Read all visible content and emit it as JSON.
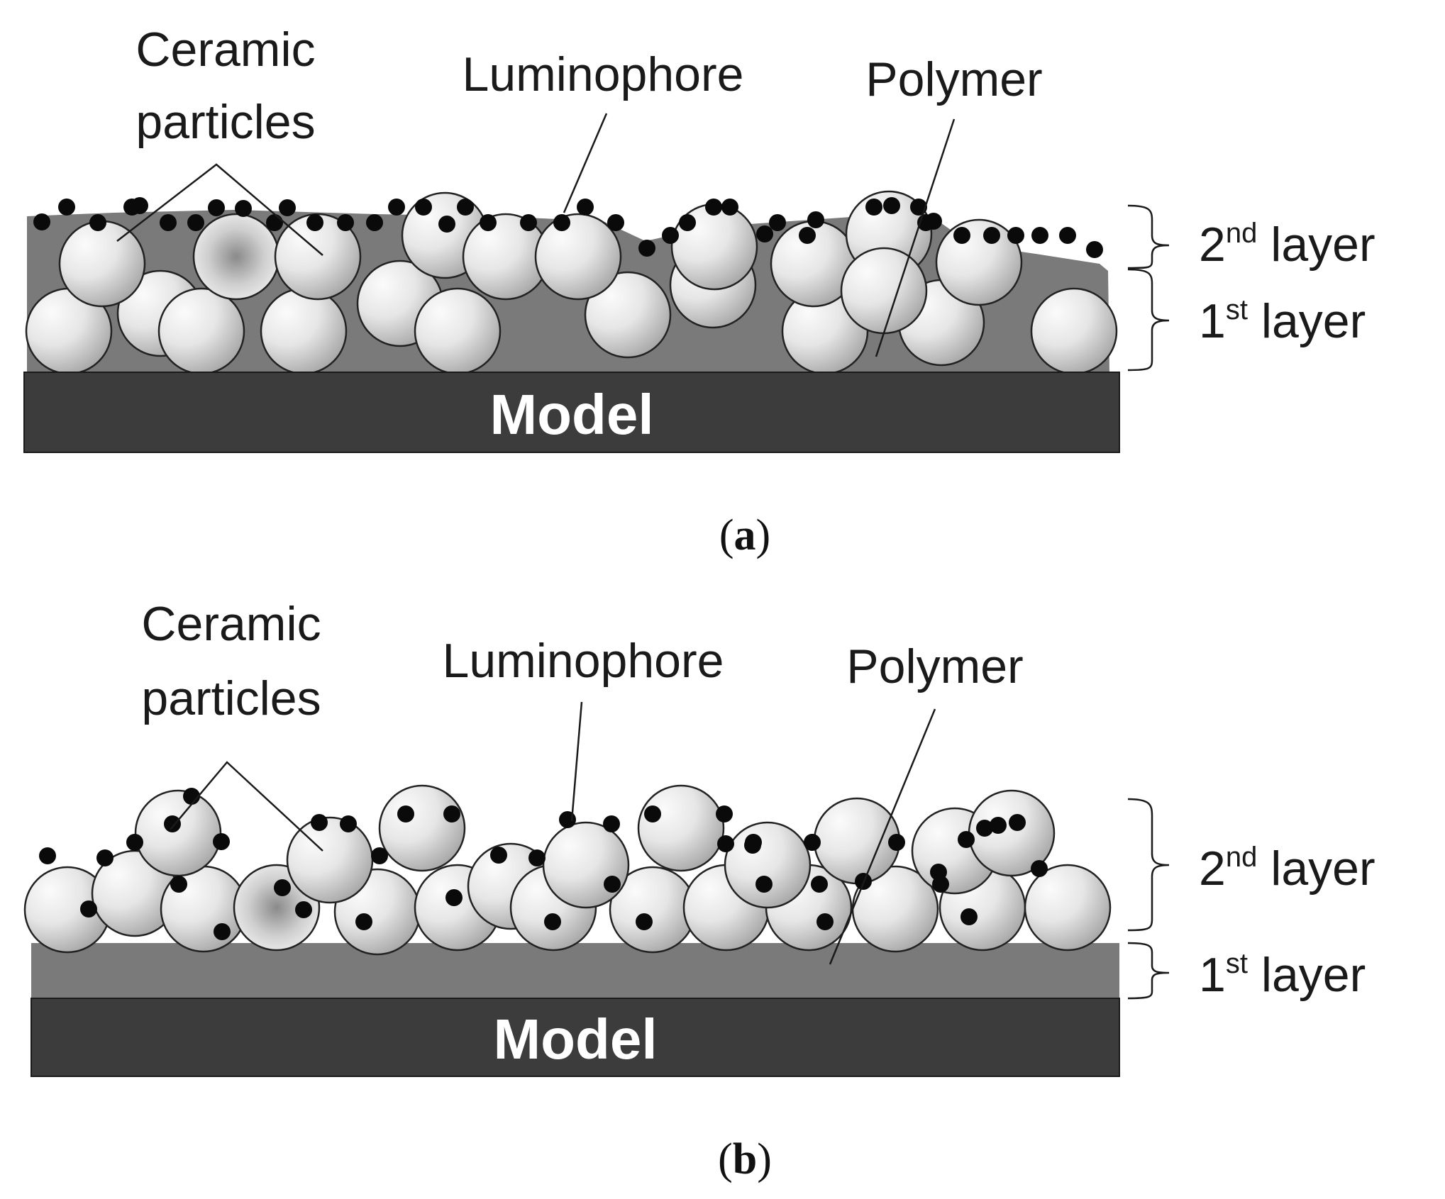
{
  "panels": [
    {
      "id": "a",
      "tag_open": "(",
      "tag_letter": "a",
      "tag_close": ")",
      "labels": {
        "ceramic_line1": "Ceramic",
        "ceramic_line2": "particles",
        "luminophore": "Luminophore",
        "polymer": "Polymer",
        "model": "Model",
        "layer2_num": "2",
        "layer2_sup": "nd",
        "layer2_word": " layer",
        "layer1_num": "1",
        "layer1_sup": "st",
        "layer1_word": " layer"
      }
    },
    {
      "id": "b",
      "tag_open": "(",
      "tag_letter": "b",
      "tag_close": ")",
      "labels": {
        "ceramic_line1": "Ceramic",
        "ceramic_line2": "particles",
        "luminophore": "Luminophore",
        "polymer": "Polymer",
        "model": "Model",
        "layer2_num": "2",
        "layer2_sup": "nd",
        "layer2_word": " layer",
        "layer1_num": "1",
        "layer1_sup": "st",
        "layer1_word": " layer"
      }
    }
  ],
  "colors": {
    "model_fill": "#3c3c3c",
    "polymer_fill": "#7a7a7a",
    "particle_light": "#f6f6f6",
    "particle_dark": "#a6a6a6",
    "luminophore": "#0a0a0a"
  }
}
